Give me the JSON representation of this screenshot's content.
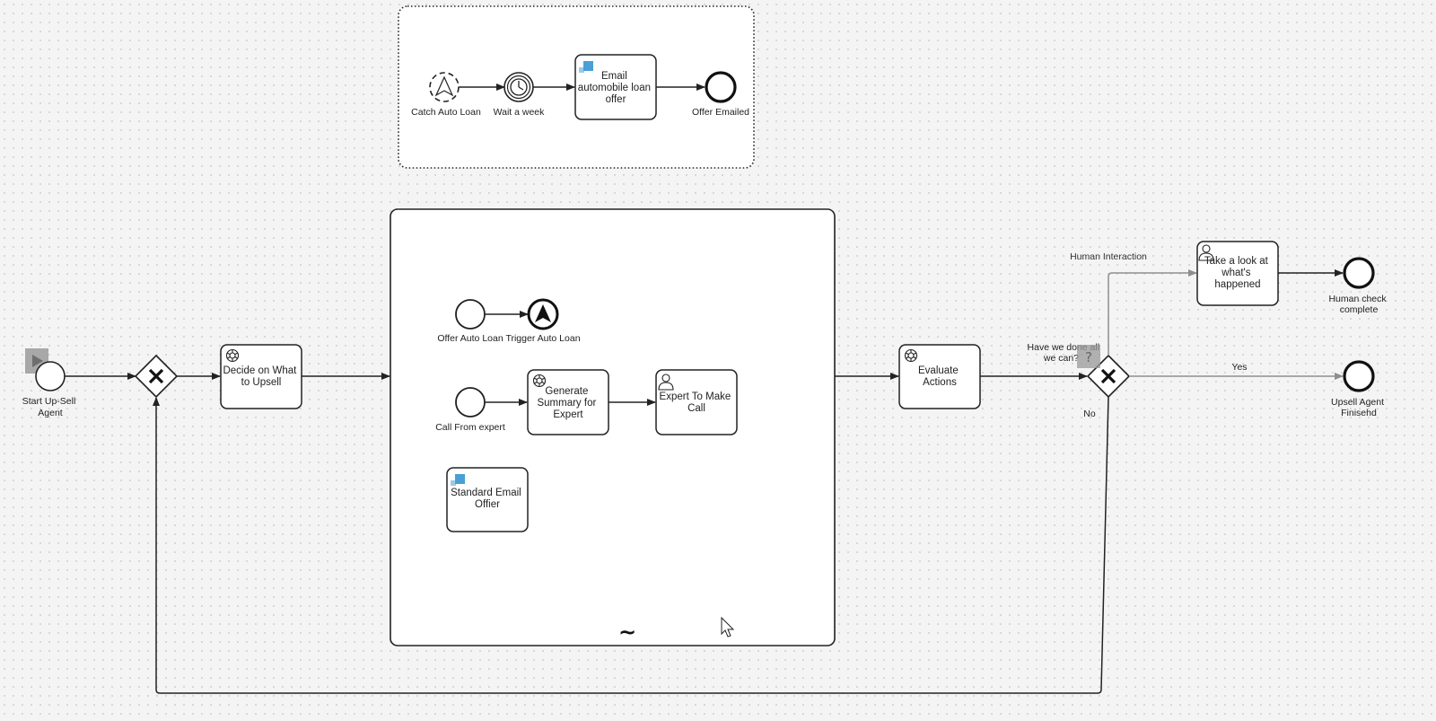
{
  "event_subprocess": {
    "catch_label": "Catch Auto Loan",
    "timer_label": "Wait a week",
    "email_task_label": [
      "Email",
      "automobile loan",
      "offer"
    ],
    "end_label": "Offer Emailed"
  },
  "main_flow": {
    "start_label": [
      "Start Up-Sell",
      "Agent"
    ],
    "decide_label": [
      "Decide on What",
      "to Upsell"
    ],
    "evaluate_label": [
      "Evaluate",
      "Actions"
    ]
  },
  "adhoc_subprocess": {
    "offer_auto_loan_label": "Offer Auto Loan",
    "trigger_auto_loan_label": "Trigger Auto Loan",
    "call_from_expert_label": "Call From expert",
    "generate_summary_label": [
      "Generate",
      "Summary for",
      "Expert"
    ],
    "expert_call_label": [
      "Expert To Make",
      "Call"
    ],
    "standard_email_label": [
      "Standard Email",
      "Offier"
    ],
    "adhoc_marker": "~"
  },
  "gateway_branches": {
    "question_label": [
      "Have we done all",
      "we can?"
    ],
    "human_interaction_label": "Human Interaction",
    "yes_label": "Yes",
    "no_label": "No",
    "review_task_label": [
      "Take a look at",
      "what's",
      "happened"
    ],
    "human_end_label": [
      "Human check",
      "complete"
    ],
    "finish_end_label": [
      "Upsell Agent",
      "Finisehd"
    ]
  },
  "colors": {
    "flow": "#222222",
    "gray_flow": "#8e8e8e",
    "send_icon": "#4a9fd6",
    "canvas_bg": "#f4f4f4"
  }
}
